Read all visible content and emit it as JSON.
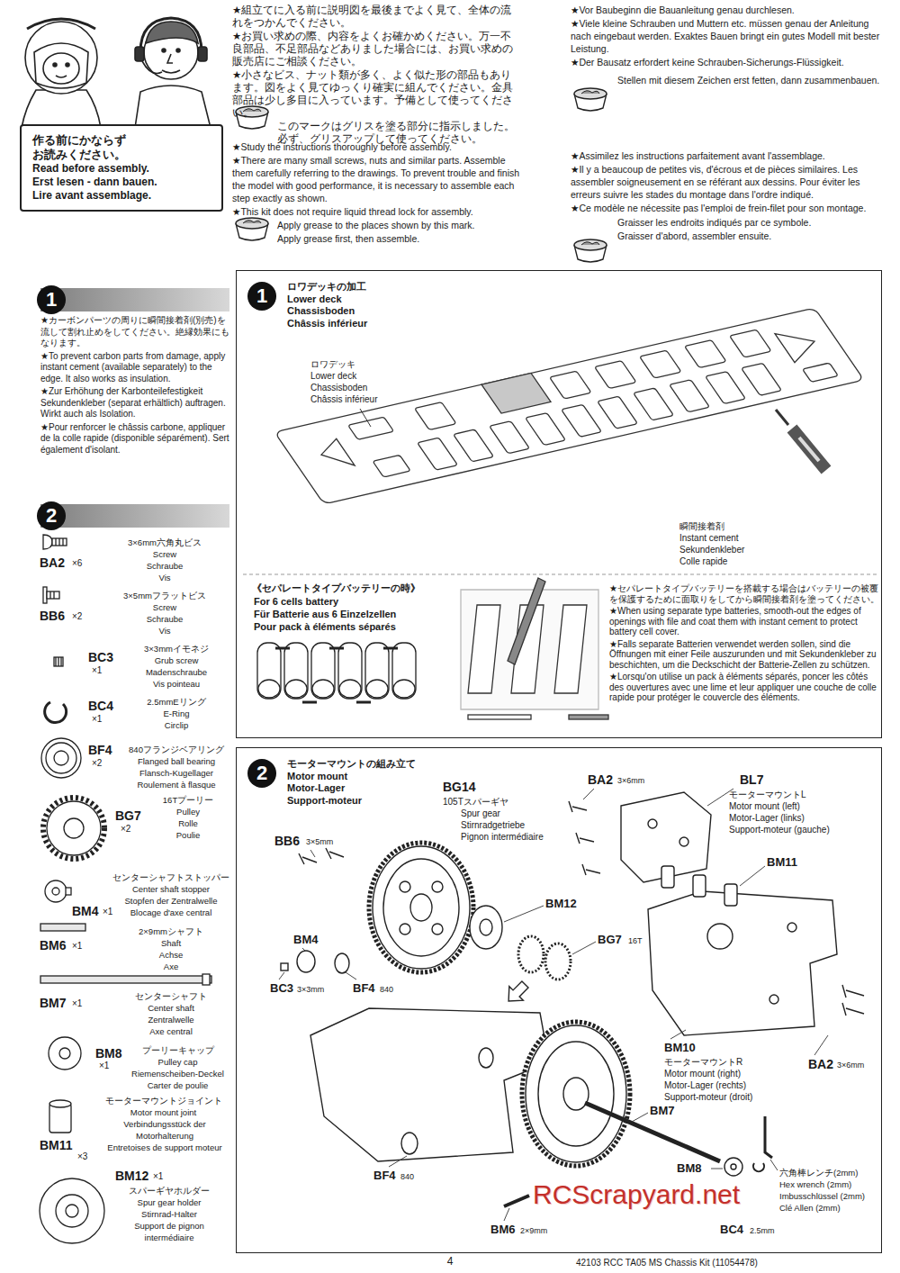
{
  "diagram": {
    "nodes": [
      {
        "text": [
          "作る前にかならず お読みください。",
          "Read before assembly.",
          "Erst lesen - dann bauen.",
          "Lire avant assemblage."
        ]
      },
      {
        "text": [
          "1"
        ]
      },
      {
        "text": [
          "2"
        ]
      },
      {
        "text": [
          "1",
          "ロワデッキの加工",
          "Lower deck",
          "Chassisboden",
          "Châssis inférieur"
        ]
      },
      {
        "text": [
          "2",
          "モーターマウントの組み立て",
          "Motor mount",
          "Motor-Lager",
          "Support-moteur"
        ]
      }
    ],
    "labels": [
      "★組立てに入る前に説明図を最後までよく見て、全体の流れをつかんでください。",
      "★お買い求めの際、内容をよくお確かめください。万一不良部品、不足部品などありました場合には、お買い求めの販売店にご相談ください。",
      "★小さなビス、ナット類が多く、よく似た形の部品もあります。図をよく見てゆっくり確実に組んでください。金具部品は少し多目に入っています。予備として使ってください。",
      "このマークはグリスを塗る部分に指示しました。必ず、グリスアップして使ってください。",
      "★Study the instructions thoroughly before assembly.",
      "★There are many small screws, nuts and similar parts. Assemble them carefully referring to the drawings. To prevent trouble and finish the model with good performance, it is necessary to assemble each step exactly as shown.",
      "★This kit does not require liquid thread lock for assembly.",
      "Apply grease to the places shown by this mark.",
      "Apply grease first, then assemble.",
      "★Vor Baubeginn die Bauanleitung genau durchlesen.",
      "★Viele kleine Schrauben und Muttern etc. müssen genau der Anleitung nach eingebaut werden. Exaktes Bauen bringt ein gutes Modell mit bester Leistung.",
      "★Der Bausatz erfordert keine Schrauben-Sicherungs-Flüssigkeit.",
      "Stellen mit diesem Zeichen erst fetten, dann zusammenbauen.",
      "★Assimilez les instructions parfaitement avant l'assemblage.",
      "★Il y a beaucoup de petites vis, d'écrous et de pièces similaires. Les assembler soigneusement en se référant aux dessins. Pour éviter les erreurs suivre les stades du montage dans l'ordre indiqué.",
      "★Ce modèle ne nécessite pas l'emploi de frein-filet pour son montage.",
      "Graisser les endroits indiqués par ce symbole.",
      "Graisser d'abord, assembler ensuite.",
      "★カーボンパーツの周りに瞬間接着剤(別売)を流して割れ止めをしてください。絶縁効果にもなります。",
      "★To prevent carbon parts from damage, apply instant cement (available separately) to the edge. It also works as insulation.",
      "★Zur Erhöhung der Karbonteilefestigkeit Sekundenkleber (separat erhältlich) auftragen. Wirkt auch als Isolation.",
      "★Pour renforcer le châssis carbone, appliquer de la colle rapide (disponible séparément). Sert également d'isolant.",
      "BA2",
      "×6",
      "3×6mm六角丸ビス",
      "Screw",
      "Schraube",
      "Vis",
      "BB6",
      "×2",
      "3×5mmフラットビス",
      "Screw",
      "Schraube",
      "Vis",
      "BC3",
      "×1",
      "3×3mmイモネジ",
      "Grub screw",
      "Madenschraube",
      "Vis pointeau",
      "BC4",
      "×1",
      "2.5mmEリング",
      "E-Ring",
      "Circlip",
      "BF4",
      "×2",
      "840フランジベアリング",
      "Flanged ball bearing",
      "Flansch-Kugellager",
      "Roulement à flasque",
      "BG7",
      "×2",
      "16Tプーリー",
      "Pulley",
      "Rolle",
      "Poulie",
      "BM4",
      "×1",
      "センターシャフトストッパー",
      "Center shaft stopper",
      "Stopfen der Zentralwelle",
      "Blocage d'axe central",
      "BM6",
      "×1",
      "2×9mmシャフト",
      "Shaft",
      "Achse",
      "Axe",
      "BM7",
      "×1",
      "センターシャフト",
      "Center shaft",
      "Zentralwelle",
      "Axe central",
      "BM8",
      "×1",
      "プーリーキャップ",
      "Pulley cap",
      "Riemenscheiben-Deckel",
      "Carter de poulie",
      "BM11",
      "×3",
      "モーターマウントジョイント",
      "Motor mount joint",
      "Verbindungsstück der Motorhalterung",
      "Entretoises de support moteur",
      "BM12",
      "×1",
      "スパーギヤホルダー",
      "Spur gear holder",
      "Stirnrad-Halter",
      "Support de pignon intermédiaire",
      "ロワデッキ",
      "Lower deck",
      "Chassisboden",
      "Châssis inférieur",
      "瞬間接着剤",
      "Instant cement",
      "Sekundenkleber",
      "Colle rapide",
      "《セパレートタイプバッテリーの時》",
      "For 6 cells battery",
      "Für Batterie aus 6 Einzelzellen",
      "Pour pack à éléments séparés",
      "★セパレートタイプバッテリーを搭載する場合はバッテリーの被覆を保護するために面取りをしてから瞬間接着剤を塗ってください。",
      "★When using separate type batteries, smooth-out the edges of openings with file and coat them with instant cement to protect battery cell cover.",
      "★Falls separate Batterien verwendet werden sollen, sind die Öffnungen mit einer Feile auszurunden und mit Sekundenkleber zu beschichten, um die Deckschicht der Batterie-Zellen zu schützen.",
      "★Lorsqu'on utilise un pack à éléments séparés, poncer les côtés des ouvertures avec une lime et leur appliquer une couche de colle rapide pour protéger le couvercle des éléments.",
      "BA2",
      "3×6mm",
      "BL7",
      "モーターマウントL",
      "Motor mount (left)",
      "Motor-Lager (links)",
      "Support-moteur (gauche)",
      "BM11",
      "BG14",
      "105Tスパーギヤ",
      "Spur gear",
      "Stirnradgetriebe",
      "Pignon intermédiaire",
      "BB6",
      "3×5mm",
      "BM12",
      "BG7",
      "16T",
      "BM4",
      "BF4",
      "840",
      "BC3",
      "3×3mm",
      "BM10",
      "モーターマウントR",
      "Motor mount (right)",
      "Motor-Lager (rechts)",
      "Support-moteur (droit)",
      "BA2",
      "3×6mm",
      "BF4",
      "840",
      "BM7",
      "BM8",
      "BM6",
      "2×9mm",
      "BC4",
      "2.5mm",
      "六角棒レンチ(2mm)",
      "Hex wrench (2mm)",
      "Imbusschlüssel (2mm)",
      "Clé Allen (2mm)",
      "4",
      "42103 RCC TA05 MS Chassis Kit (11054478)",
      "RCScrapyard.net"
    ]
  }
}
